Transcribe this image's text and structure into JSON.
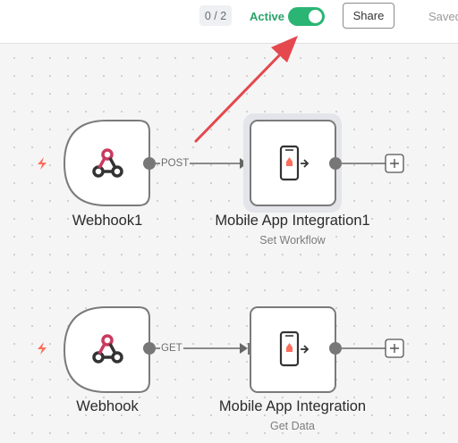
{
  "header": {
    "counter": "0 / 2",
    "active_label": "Active",
    "active": true,
    "share_label": "Share",
    "saved_label": "Saved"
  },
  "nodes": {
    "webhook1": {
      "title": "Webhook1",
      "connection": "POST"
    },
    "mobile1": {
      "title": "Mobile App Integration1",
      "subtitle": "Set Workflow"
    },
    "webhook": {
      "title": "Webhook",
      "connection": "GET"
    },
    "mobile": {
      "title": "Mobile App Integration",
      "subtitle": "Get Data"
    }
  },
  "colors": {
    "accent_green": "#2bb574",
    "trigger_orange": "#ff6d5a",
    "annotation_arrow": "#e5484d"
  }
}
